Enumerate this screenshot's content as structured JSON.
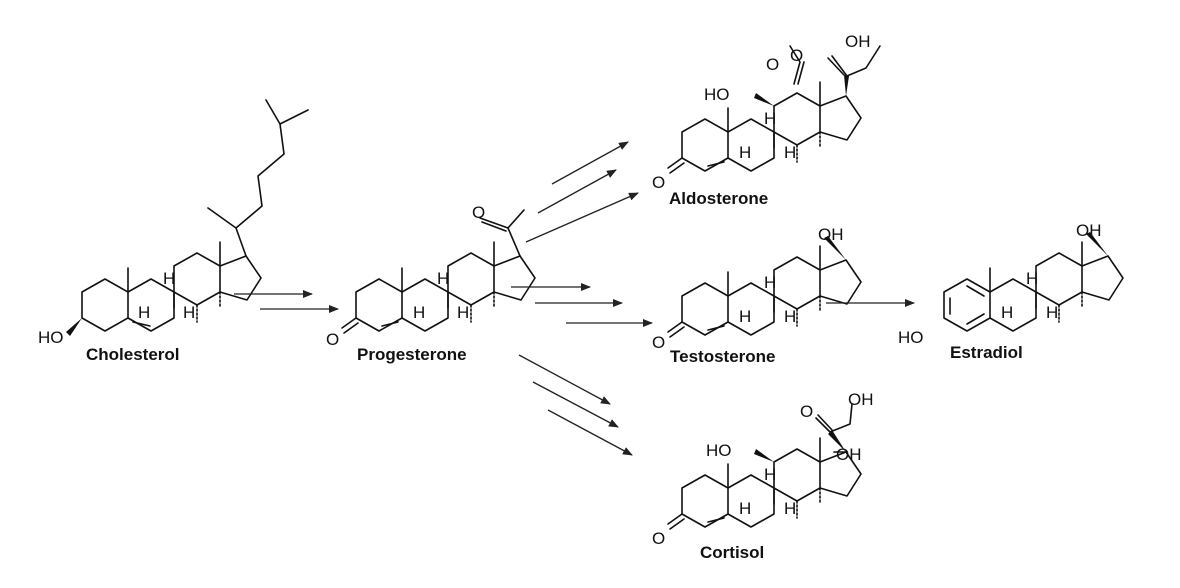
{
  "compounds": {
    "cholesterol": "Cholesterol",
    "progesterone": "Progesterone",
    "aldosterone": "Aldosterone",
    "testosterone": "Testosterone",
    "estradiol": "Estradiol",
    "cortisol": "Cortisol"
  },
  "atoms": {
    "ho": "HO",
    "oh": "OH",
    "o": "O",
    "h": "H"
  },
  "colors": {
    "ink": "#111111",
    "background": "#ffffff"
  }
}
